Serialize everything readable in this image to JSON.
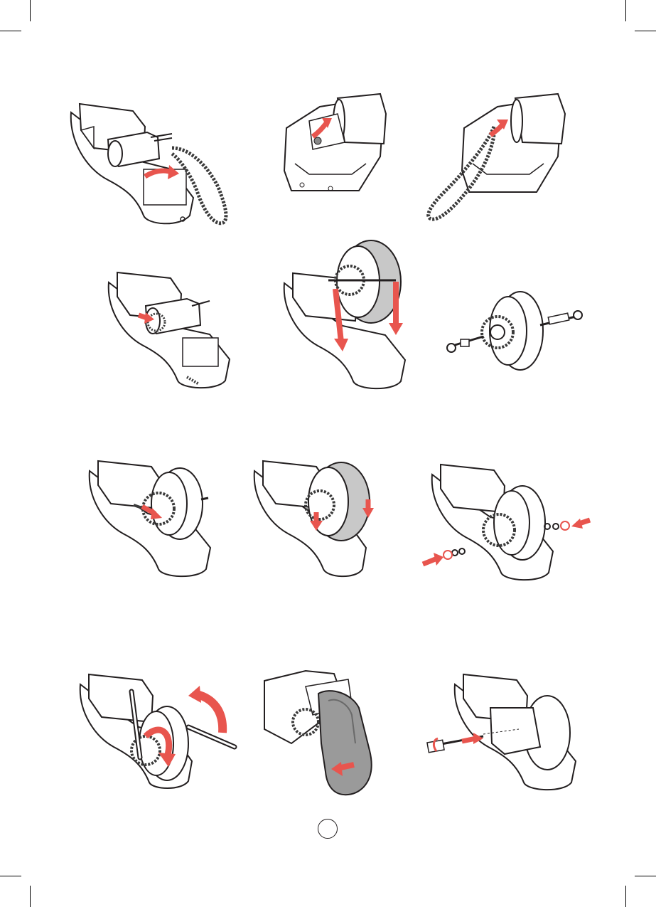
{
  "document": {
    "type": "assembly-instructions-page",
    "page_number": "",
    "colors": {
      "line": "#231f20",
      "arrow": "#e8554e",
      "chain": "#3a3a3a",
      "tire_shade": "#c8c8c8",
      "guard_shade": "#9a9a9a",
      "paper": "#ffffff"
    },
    "steps": [
      {
        "row": 1,
        "col": 1,
        "action": "remove-chain-from-gear"
      },
      {
        "row": 1,
        "col": 2,
        "action": "remove-screw-from-motor-sprocket"
      },
      {
        "row": 1,
        "col": 3,
        "action": "lift-chain-off"
      },
      {
        "row": 2,
        "col": 1,
        "action": "mount-sprocket-on-motor"
      },
      {
        "row": 2,
        "col": 2,
        "action": "lower-wheel-into-fork"
      },
      {
        "row": 2,
        "col": 3,
        "action": "exploded-wheel-axle-parts"
      },
      {
        "row": 3,
        "col": 1,
        "action": "fit-chain-on-sprocket"
      },
      {
        "row": 3,
        "col": 2,
        "action": "seat-axle-in-dropouts"
      },
      {
        "row": 3,
        "col": 3,
        "action": "add-washers-and-nuts"
      },
      {
        "row": 4,
        "col": 1,
        "action": "tighten-with-wrenches"
      },
      {
        "row": 4,
        "col": 2,
        "action": "attach-chain-guard"
      },
      {
        "row": 4,
        "col": 3,
        "action": "insert-guard-bolt"
      }
    ]
  }
}
